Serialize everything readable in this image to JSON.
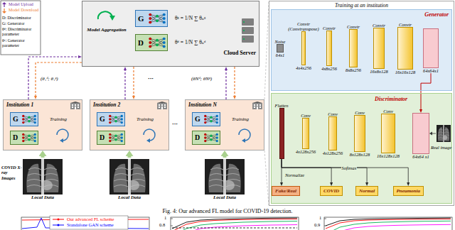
{
  "diagram": {
    "caption": "Fig. 4: Our advanced FL model for COVID-19 detection.",
    "nodes": [
      {
        "text": [
          "Cloud Server"
        ]
      },
      {
        "text": [
          "G"
        ],
        "in": 0
      },
      {
        "text": [
          "D"
        ],
        "in": 0
      },
      {
        "text": [
          "Institution 1"
        ]
      },
      {
        "text": [
          "G"
        ],
        "in": 3
      },
      {
        "text": [
          "D"
        ],
        "in": 3
      },
      {
        "text": [
          "Institution 2"
        ]
      },
      {
        "text": [
          "G"
        ],
        "in": 6
      },
      {
        "text": [
          "D"
        ],
        "in": 6
      },
      {
        "text": [
          "Institution N"
        ]
      },
      {
        "text": [
          "G"
        ],
        "in": 9
      },
      {
        "text": [
          "D"
        ],
        "in": 9
      },
      {
        "text": [
          "Local Data"
        ]
      },
      {
        "text": [
          "Local Data"
        ]
      },
      {
        "text": [
          "Local Data"
        ]
      },
      {
        "text": [
          "Training at an institution"
        ]
      },
      {
        "text": [
          "Generator"
        ],
        "in": 15
      },
      {
        "text": [
          "Noise",
          "64x1"
        ],
        "in": 16
      },
      {
        "text": [
          "Convtr (Convtranspose)",
          "4x4x256"
        ],
        "in": 16
      },
      {
        "text": [
          "Convtr",
          "4x8x256"
        ],
        "in": 16
      },
      {
        "text": [
          "Convtr",
          "8x8x256"
        ],
        "in": 16
      },
      {
        "text": [
          "Convtr",
          "16x8x128"
        ],
        "in": 16
      },
      {
        "text": [
          "Convtr",
          "16x16x128"
        ],
        "in": 16
      },
      {
        "text": [
          "64x64x1"
        ],
        "in": 16
      },
      {
        "text": [
          "Discriminator"
        ],
        "in": 15
      },
      {
        "text": [
          "Flatten"
        ],
        "in": 24
      },
      {
        "text": [
          "Conv",
          "4x128x256"
        ],
        "in": 24
      },
      {
        "text": [
          "Conv",
          "4x128x256"
        ],
        "in": 24
      },
      {
        "text": [
          "Conv",
          "8x128x128"
        ],
        "in": 24
      },
      {
        "text": [
          "Conv",
          "16x128x128"
        ],
        "in": 24
      },
      {
        "text": [
          "64x64 x1"
        ],
        "in": 24
      },
      {
        "text": [
          "Fake/Real"
        ],
        "in": 24
      },
      {
        "text": [
          "COVID"
        ],
        "in": 24
      },
      {
        "text": [
          "Normal"
        ],
        "in": 24
      },
      {
        "text": [
          "Pneumonia"
        ],
        "in": 24
      }
    ],
    "edges": [
      {
        "from": 3,
        "to": 0,
        "arrow": "to",
        "label": "(θ₁ᵈ; θ₁ᵍ)"
      },
      {
        "from": 0,
        "to": 3,
        "arrow": "to"
      },
      {
        "from": 6,
        "to": 0,
        "arrow": "to"
      },
      {
        "from": 0,
        "to": 6,
        "arrow": "to"
      },
      {
        "from": 9,
        "to": 0,
        "arrow": "to",
        "label": "(θNᵈ; θNᵍ)"
      },
      {
        "from": 0,
        "to": 9,
        "arrow": "to"
      },
      {
        "from": 12,
        "to": 3,
        "arrow": "to"
      },
      {
        "from": 13,
        "to": 6,
        "arrow": "to"
      },
      {
        "from": 14,
        "to": 9,
        "arrow": "to"
      },
      {
        "from": 23,
        "to": 30,
        "arrow": "to"
      },
      {
        "from": 25,
        "to": 31,
        "arrow": "to",
        "label": "Normalize"
      },
      {
        "from": 25,
        "to": 32,
        "arrow": "to",
        "label": "Softmax"
      },
      {
        "from": 25,
        "to": 33,
        "arrow": "to"
      },
      {
        "from": 25,
        "to": 34,
        "arrow": "to"
      }
    ],
    "labels": [
      "D: Discriminator",
      "G: Generator",
      "θᵈ: Discriminator parameter",
      "θᵍ: Generator parameter",
      "Model Aggregation",
      "θᵍ = 1/N ∑ θₙᵍ",
      "θᵈ = 1/N ∑ θₙᵈ",
      "Training",
      "Training",
      "Training",
      "COVID X-ray Images",
      "···",
      "···",
      "Real image",
      "1",
      "0.8",
      "1",
      "0.9"
    ],
    "legend": [
      {
        "text": "Model Upload"
      },
      {
        "text": "Model Download"
      },
      {
        "text": "Our advanced FL scheme"
      },
      {
        "text": "Standalone GAN scheme"
      }
    ]
  }
}
